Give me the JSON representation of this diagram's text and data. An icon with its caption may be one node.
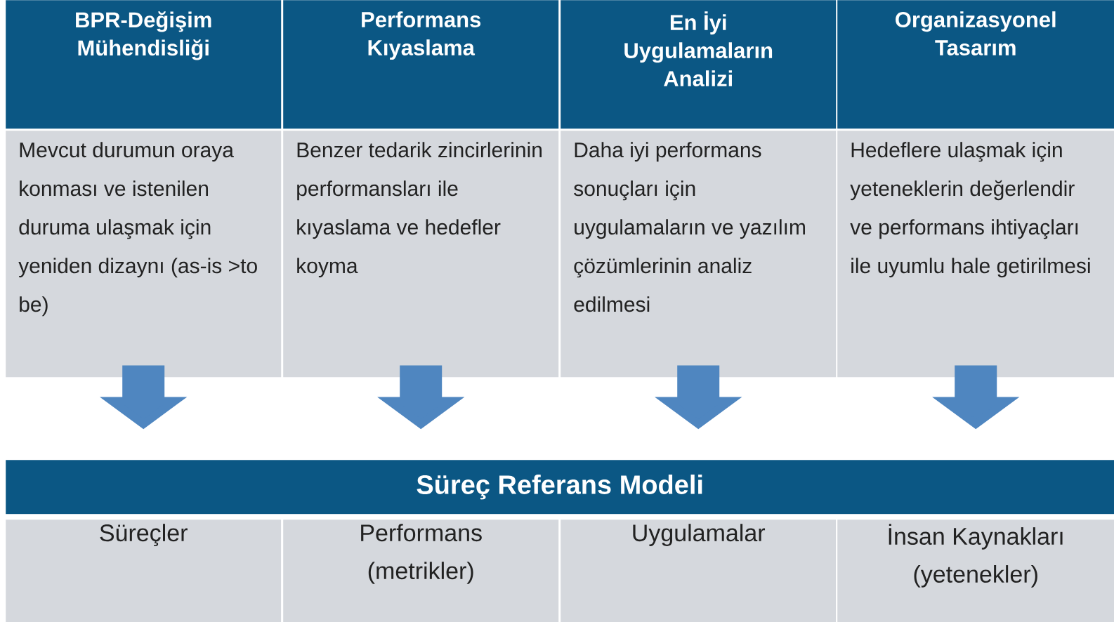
{
  "diagram": {
    "nodes": [
      {
        "text": [
          "BPR-Değişim Mühendisliği"
        ]
      },
      {
        "text": [
          "Performans Kıyaslama"
        ]
      },
      {
        "text": [
          "En İyi Uygulamaların Analizi"
        ]
      },
      {
        "text": [
          "Organizasyonel Tasarım"
        ]
      },
      {
        "text": [
          "Mevcut durumun oraya konması ve istenilen duruma ulaşmak için yeniden dizaynı (as-is >to be)"
        ]
      },
      {
        "text": [
          "Benzer tedarik zincirlerinin performansları ile kıyaslama ve hedefler koyma"
        ]
      },
      {
        "text": [
          "Daha iyi performans sonuçları için uygulamaların ve yazılım çözümlerinin analiz edilmesi"
        ]
      },
      {
        "text": [
          "Hedeflere ulaşmak için yeteneklerin değerlendir ve performans ihtiyaçları ile uyumlu hale getirilmesi"
        ]
      },
      {
        "text": [
          "Süreç Referans Modeli"
        ]
      },
      {
        "text": [
          "Süreçler"
        ]
      },
      {
        "text": [
          "Performans (metrikler)"
        ]
      },
      {
        "text": [
          "Uygulamalar"
        ]
      },
      {
        "text": [
          "İnsan Kaynakları (yetenekler)"
        ]
      }
    ],
    "edges": [
      {
        "from": 4,
        "to": null,
        "arrow": "to"
      },
      {
        "from": 5,
        "to": null,
        "arrow": "to"
      },
      {
        "from": 6,
        "to": null,
        "arrow": "to"
      },
      {
        "from": 7,
        "to": null,
        "arrow": "to"
      }
    ]
  }
}
